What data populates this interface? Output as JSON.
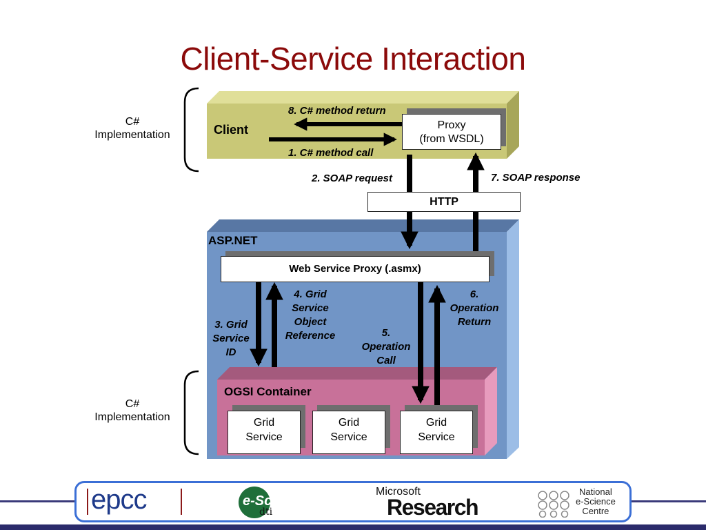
{
  "title": "Client-Service Interaction",
  "side_labels": {
    "top": "C#\nImplementation",
    "bottom": "C#\nImplementation"
  },
  "client_layer": {
    "label": "Client",
    "proxy": "Proxy\n(from WSDL)",
    "call_return": "8. C# method return",
    "call": "1. C# method call"
  },
  "transport": {
    "soap_request": "2. SOAP request",
    "soap_response": "7. SOAP response",
    "http": "HTTP"
  },
  "aspnet_layer": {
    "label": "ASP.NET",
    "web_service_proxy": "Web Service Proxy (.asmx)",
    "grid_service_id": "3. Grid\nService\nID",
    "grid_service_ref": "4. Grid\nService\nObject\nReference",
    "operation_call": "5.\nOperation\nCall",
    "operation_return": "6.\nOperation\nReturn"
  },
  "ogsi_layer": {
    "label": "OGSI Container",
    "services": [
      "Grid\nService",
      "Grid\nService",
      "Grid\nService"
    ]
  },
  "logos": [
    {
      "name": "epcc-logo",
      "text": "epcc"
    },
    {
      "name": "e-science-dti-logo",
      "text": "e-Science",
      "sub": "dti"
    },
    {
      "name": "microsoft-research-logo",
      "text": "Microsoft",
      "sub": "Research"
    },
    {
      "name": "nesc-logo",
      "text": "National\ne-Science\nCentre"
    }
  ],
  "colors": {
    "title": "#8b0a0a",
    "client_face": "#c9c877",
    "aspnet_face": "#7195c6",
    "ogsi_face": "#c87199",
    "logo_border": "#3b6fd6"
  }
}
